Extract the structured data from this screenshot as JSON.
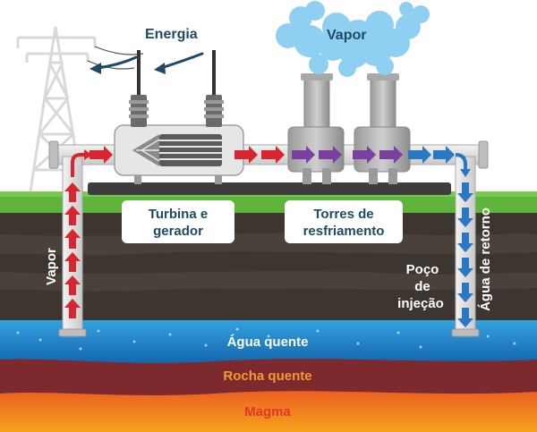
{
  "labels": {
    "energia": "Energia",
    "vapor_top": "Vapor",
    "turbina_line1": "Turbina e",
    "turbina_line2": "gerador",
    "torres_line1": "Torres de",
    "torres_line2": "resfriamento",
    "vapor_side": "Vapor",
    "poco_line1": "Poço",
    "poco_line2": "de",
    "poco_line3": "injeção",
    "agua_retorno": "Água de retorno",
    "agua_quente": "Água quente",
    "rocha_quente": "Rocha quente",
    "magma": "Magma"
  },
  "colors": {
    "label_dark": "#1d4b63",
    "steam_arrow": "#d7262f",
    "mixed_arrow": "#7a3fa0",
    "cold_arrow": "#2a78c2",
    "grass": "#5fb53c",
    "soil_dark": "#3c3530",
    "water": "#1f8fd6",
    "rock": "#7d2a2e",
    "magma": "#e94e24",
    "rocha_label": "#f39a2e",
    "magma_label": "#e2352b",
    "cloud": "#8fd0f2"
  },
  "icons": [
    "transmission-tower-icon",
    "cloud-icon"
  ]
}
